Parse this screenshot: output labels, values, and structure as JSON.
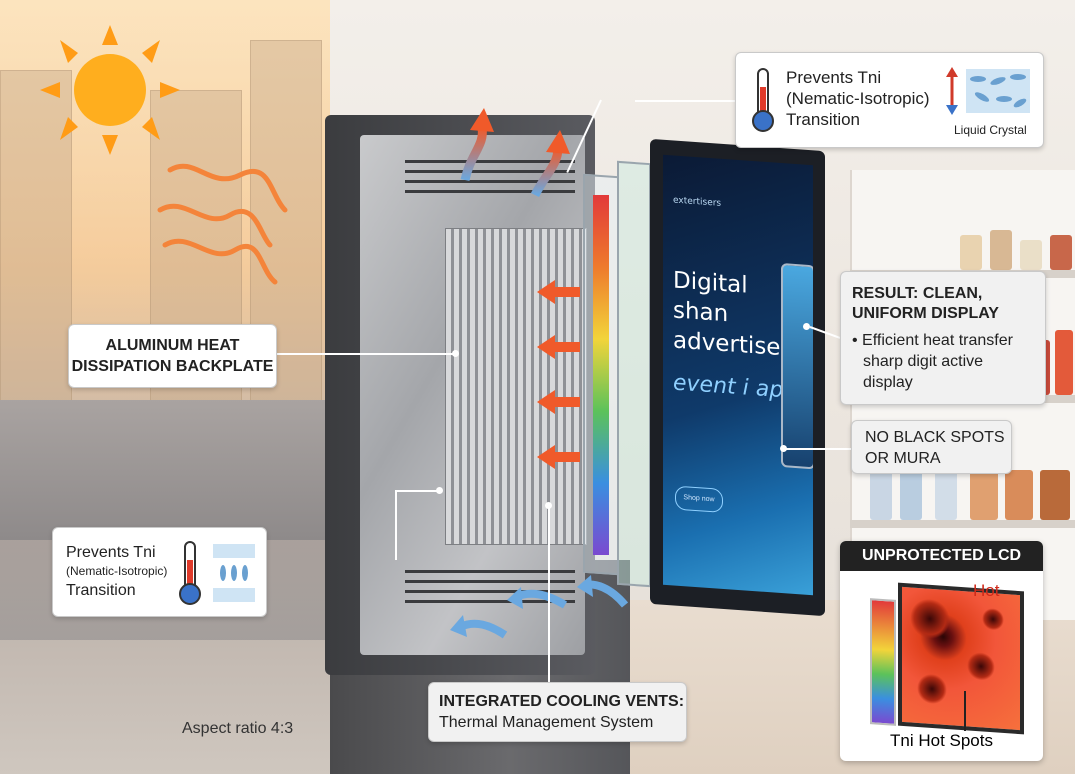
{
  "callouts": {
    "top_right": {
      "line1": "Prevents Tni",
      "line2": "(Nematic-Isotropic)",
      "line3": "Transition",
      "badge": "Liquid Crystal"
    },
    "backplate": {
      "line1": "ALUMINUM HEAT",
      "line2": "DISSIPATION BACKPLATE"
    },
    "bottom_left": {
      "line1": "Prevents Tni",
      "line2": "(Nematic-Isotropic)",
      "line3": "Transition"
    },
    "result": {
      "title1": "RESULT: CLEAN,",
      "title2": "UNIFORM DISPLAY",
      "bullet1": "• Efficient heat transfer",
      "bullet2": "sharp digit active",
      "bullet3": "display"
    },
    "no_black_spots": {
      "line1": "NO BLACK SPOTS",
      "line2": "OR MURA"
    },
    "cooling": {
      "title": "INTEGRATED COOLING VENTS:",
      "subtitle": "Thermal Management System"
    }
  },
  "screen": {
    "brand": "extertisers",
    "headline1": "Digital shan",
    "headline2": "advertisement",
    "subline": "event i app.",
    "button": "Shop now"
  },
  "inset": {
    "title": "UNPROTECTED LCD",
    "hot": "Hot",
    "caption": "Tni Hot Spots"
  },
  "footer": {
    "aspect": "Aspect ratio 4:3"
  },
  "colors": {
    "heat_arrow": "#f05a2a",
    "cool_arrow": "#6aa8e0",
    "sun": "#ff9c16"
  },
  "icons": [
    "sun-icon",
    "thermometer-icon",
    "liquid-crystal-icon",
    "heat-arrow-icon",
    "cool-arrow-icon"
  ]
}
